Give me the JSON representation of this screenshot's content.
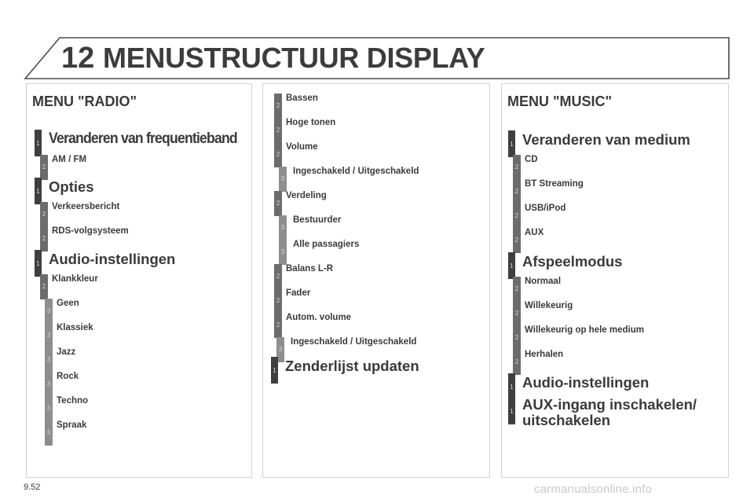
{
  "header": {
    "chapter": "12",
    "title": "MENUSTRUCTUUR DISPLAY"
  },
  "panel_left": {
    "menu_title": "MENU \"RADIO\"",
    "items": [
      {
        "level": "1",
        "label": "Veranderen van frequentieband"
      },
      {
        "level": "2",
        "label": "AM / FM"
      },
      {
        "level": "1",
        "label": "Opties"
      },
      {
        "level": "2",
        "label": "Verkeersbericht"
      },
      {
        "level": "2",
        "label": "RDS-volgsysteem"
      },
      {
        "level": "1",
        "label": "Audio-instellingen"
      },
      {
        "level": "2",
        "label": "Klankkleur"
      },
      {
        "level": "3",
        "label": "Geen"
      },
      {
        "level": "3",
        "label": "Klassiek"
      },
      {
        "level": "3",
        "label": "Jazz"
      },
      {
        "level": "3",
        "label": "Rock"
      },
      {
        "level": "3",
        "label": "Techno"
      },
      {
        "level": "3",
        "label": "Spraak"
      }
    ]
  },
  "panel_middle": {
    "items": [
      {
        "level": "2",
        "label": "Bassen"
      },
      {
        "level": "2",
        "label": "Hoge tonen"
      },
      {
        "level": "2",
        "label": "Volume"
      },
      {
        "level": "3",
        "label": "Ingeschakeld / Uitgeschakeld"
      },
      {
        "level": "2",
        "label": "Verdeling"
      },
      {
        "level": "3",
        "label": "Bestuurder"
      },
      {
        "level": "3",
        "label": "Alle passagiers"
      },
      {
        "level": "2",
        "label": "Balans L-R"
      },
      {
        "level": "2",
        "label": "Fader"
      },
      {
        "level": "2",
        "label": "Autom. volume"
      },
      {
        "level": "3",
        "label": "Ingeschakeld / Uitgeschakeld"
      },
      {
        "level": "1",
        "label": "Zenderlijst updaten"
      }
    ]
  },
  "panel_right": {
    "menu_title": "MENU \"MUSIC\"",
    "items": [
      {
        "level": "1",
        "label": "Veranderen van medium"
      },
      {
        "level": "2",
        "label": "CD"
      },
      {
        "level": "2",
        "label": "BT Streaming"
      },
      {
        "level": "2",
        "label": "USB/iPod"
      },
      {
        "level": "2",
        "label": "AUX"
      },
      {
        "level": "1",
        "label": "Afspeelmodus"
      },
      {
        "level": "2",
        "label": "Normaal"
      },
      {
        "level": "2",
        "label": "Willekeurig"
      },
      {
        "level": "2",
        "label": "Willekeurig op hele medium"
      },
      {
        "level": "2",
        "label": "Herhalen"
      },
      {
        "level": "1",
        "label": "Audio-instellingen"
      },
      {
        "level": "1",
        "label": "AUX-ingang inschakelen/ uitschakelen"
      }
    ]
  },
  "footer": {
    "page_number": "9.52",
    "watermark": "carmanualsonline.info"
  }
}
